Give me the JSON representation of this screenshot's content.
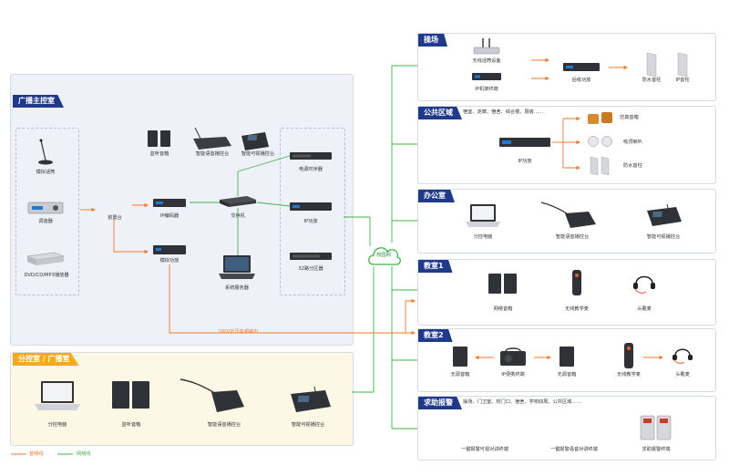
{
  "colors": {
    "audio": "#f07a2a",
    "network": "#3bb54a",
    "blue": "#1f3a8a",
    "gold": "#f4a91f"
  },
  "main": {
    "title": "广播主控室",
    "mic": "模拟话筒",
    "tuner": "调谐器",
    "dvd": "DVD/CD/MP3播放器",
    "mixer": "前置台",
    "monitor_speaker": "监听音箱",
    "smart_console": "智能语音播控台",
    "smart_pager": "智能可视播控台",
    "ip_encoder": "IP编码器",
    "analog_amp": "模拟功放",
    "switch": "交换机",
    "server": "系统服务器",
    "power_seq": "电源时序器",
    "ip_amp": "IP功放",
    "partition": "32路分区器",
    "line_100v": "100V定压音频输出"
  },
  "sub": {
    "title": "分控室 / 广播室",
    "pc": "分控电脑",
    "monitor_speaker": "监听音箱",
    "smart_console": "智能语音播控台",
    "smart_pager": "智能可视播控台"
  },
  "cloud": "校园网",
  "playground": {
    "title": "操场",
    "wireless_mic": "无线话筒设备",
    "ip_receiver": "IP机架终端",
    "rear_amp": "后级功放",
    "column": "防水音柱",
    "ip_column": "IP音柱"
  },
  "public": {
    "title": "公共区域",
    "note": "宿室、走廊、宿舍、综合楼、厨房……",
    "ip_amp": "IP功放",
    "sim_speaker": "仿真音箱",
    "ceiling": "吸顶喇叭",
    "column": "防水音柱"
  },
  "office": {
    "title": "办公室",
    "pc": "分控电脑",
    "smart_console": "智能语音播控台",
    "smart_pager": "智能可视播控台"
  },
  "class1": {
    "title": "教室1",
    "speaker": "网络音箱",
    "wireless": "无线教学麦",
    "headset": "头戴麦"
  },
  "class2": {
    "title": "教室2",
    "active_speaker": "无源音箱",
    "ip_player": "IP便携终端",
    "passive_speaker": "无源音箱",
    "wireless": "无线教学麦",
    "headset": "头戴麦"
  },
  "alarm": {
    "title": "求助报警",
    "note": "操场、门卫室、校门口、宿舍、学校四周、公共区域……",
    "item1": "一键报警可视对讲终端",
    "item2": "一键报警语音对讲终端",
    "item3": "求助报警终端"
  },
  "legend": {
    "audio": "音频线",
    "network": "网络线"
  }
}
